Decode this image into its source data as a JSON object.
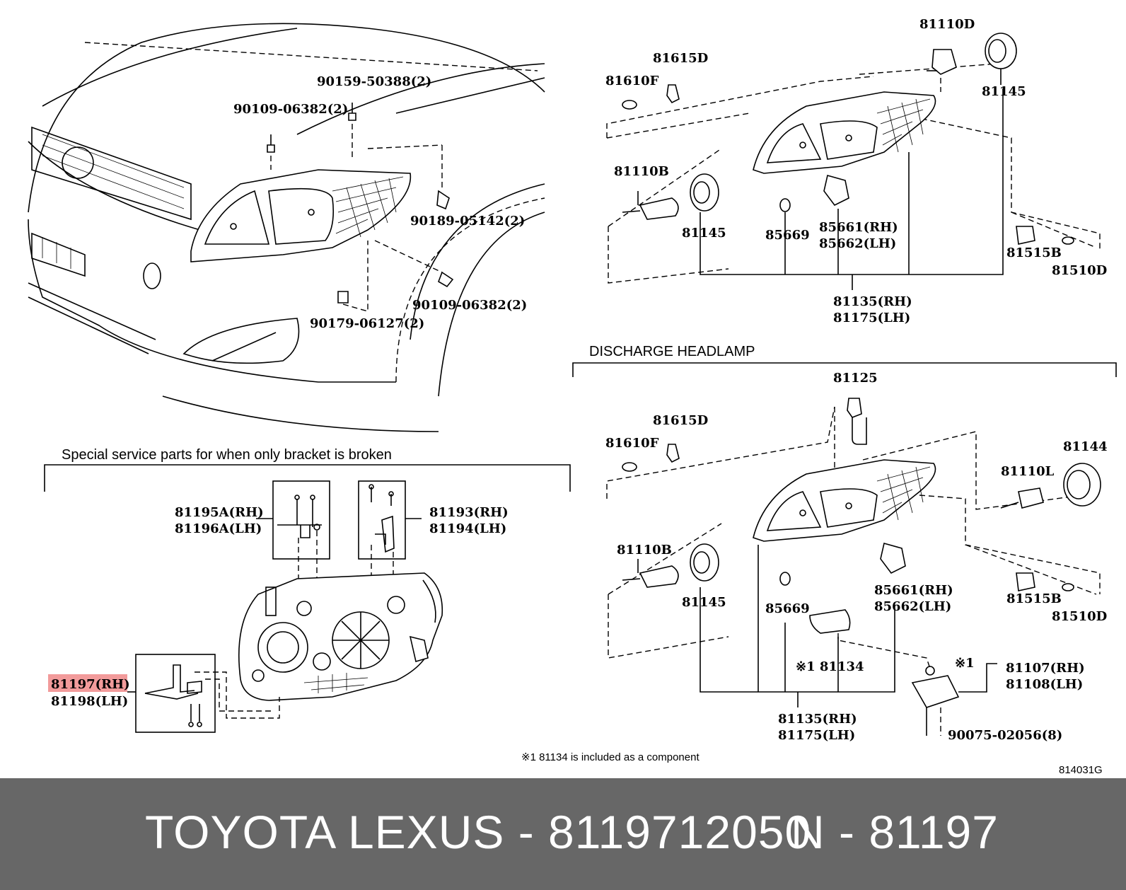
{
  "labels": {
    "p90159": "90159-50388(2)",
    "p90109a": "90109-06382(2)",
    "p90189": "90189-05142(2)",
    "p90109b": "90109-06382(2)",
    "p90179": "90179-06127(2)",
    "top_81110D": "81110D",
    "top_81615D": "81615D",
    "top_81610F": "81610F",
    "top_81145a": "81145",
    "top_81110B": "81110B",
    "top_81145b": "81145",
    "top_85669": "85669",
    "top_85661": "85661(RH)",
    "top_85662": "85662(LH)",
    "top_81515B": "81515B",
    "top_81510D": "81510D",
    "top_81135": "81135(RH)",
    "top_81175": "81175(LH)",
    "discharge_title": "DISCHARGE HEADLAMP",
    "d_81125": "81125",
    "d_81615D": "81615D",
    "d_81610F": "81610F",
    "d_81144": "81144",
    "d_81110L": "81110L",
    "d_81110B": "81110B",
    "d_81145": "81145",
    "d_85669": "85669",
    "d_85661": "85661(RH)",
    "d_85662": "85662(LH)",
    "d_81515B": "81515B",
    "d_81510D": "81510D",
    "d_81134": "※1 81134",
    "d_mark1": "※1",
    "d_81107": "81107(RH)",
    "d_81108": "81108(LH)",
    "d_81135": "81135(RH)",
    "d_81175": "81175(LH)",
    "d_90075": "90075-02056(8)",
    "special_title": "Special service parts for when only bracket is broken",
    "s_81195A": "81195A(RH)",
    "s_81196A": "81196A(LH)",
    "s_81193": "81193(RH)",
    "s_81194": "81194(LH)",
    "s_81197": "81197(RH)",
    "s_81198": "81198(LH)",
    "footnote": "※1  81134 is included as a component",
    "figure_code": "814031G"
  },
  "colors": {
    "highlight": "#f08a8a",
    "footer_bg": "#676767",
    "footer_text": "#ffffff"
  },
  "footer": {
    "brand_text": "TOYOTA LEXUS - 8119712050",
    "ref_text": "N - 81197"
  }
}
